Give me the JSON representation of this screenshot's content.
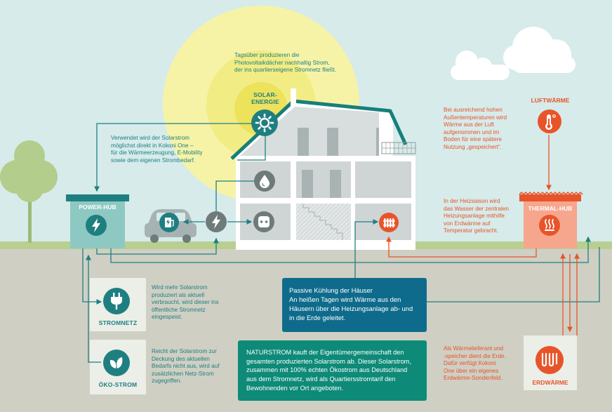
{
  "colors": {
    "sky": "#d6ebea",
    "ground": "#cfcfc4",
    "teal": "#1f7f80",
    "orange": "#e8542a",
    "blue_box": "#0f6b8c",
    "teal_box": "#0e8a78",
    "sun": "#f4ee7e"
  },
  "texts": {
    "solar_caption": "Tagsüber produzieren die\nPhotovoltaikdächer nachhaltig Strom,\nder ins quartierseigene Stromnetz fließt.",
    "solar_label": "SOLAR-\nENERGIE",
    "solar_use": "Verwendet wird der Solarstrom\nmöglichst direkt in Kokoni One –\nfür die Wärmeerzeugung, E-Mobility\nsowie dem eigenen Strombedarf.",
    "power_hub": "POWER-HUB",
    "stromnetz_label": "STROMNETZ",
    "stromnetz_text": "Wird mehr Solarstrom\nproduziert als aktuell\nverbraucht, wird dieser ins\nöffentliche Stromnetz\neingespeist.",
    "oeko_label": "ÖKO-STROM",
    "oeko_text": "Reicht der Solarstrom zur\nDeckung des aktuellen\nBedarfs nicht aus, wird auf\nzusätzlichen Netz-Strom\nzugegriffen.",
    "luftwaerme_label": "LUFTWÄRME",
    "luftwaerme_text": "Bei ausreichend hohen\nAußentemperaturen wird\nWärme aus der Luft\naufgenommen und im\nBoden für eine spätere\nNutzung „gespeichert“.",
    "thermal_hub": "THERMAL-HUB",
    "thermal_text": "In der Heizsaison wird\ndas Wasser der zentralen\nHeizungsanlage mithilfe\nvon Erdwärme auf\nTemperatur gebracht.",
    "erdwaerme_label": "ERDWÄRME",
    "erdwaerme_text": "Als Wärmelieferant und\n-speicher dient die Erde.\nDafür verfügt Kokoni\nOne über ein eigenes\nErdwärme-Sondenfeld.",
    "cooling_title": "Passive Kühlung der Häuser",
    "cooling_body": "An heißen Tagen wird Wärme aus den\nHäusern über die Heizungsanlage ab- und\nin die Erde geleitet.",
    "naturstrom": "NATURSTROM kauft der Eigentümergemeinschaft den\ngesamten produzierten Solarstrom ab. Dieser Solarstrom,\nzusammen mit 100% echten Ökostrom aus Deutschland\naus dem Stromnetz, wird als Quartiersstromtarif den\nBewohnenden vor Ort angeboten."
  },
  "icons": {
    "solar": "gear-sun-icon",
    "power_hub": "lightning-icon",
    "car_charger": "ev-charger-icon",
    "lightning_hub": "lightning-icon",
    "water": "water-drop-icon",
    "socket": "power-socket-icon",
    "radiator": "radiator-icon",
    "thermometer": "thermometer-icon",
    "thermal_hub": "heat-waves-icon",
    "plug": "plug-icon",
    "leaves": "leaves-icon",
    "ground_probe": "ground-probe-icon"
  }
}
